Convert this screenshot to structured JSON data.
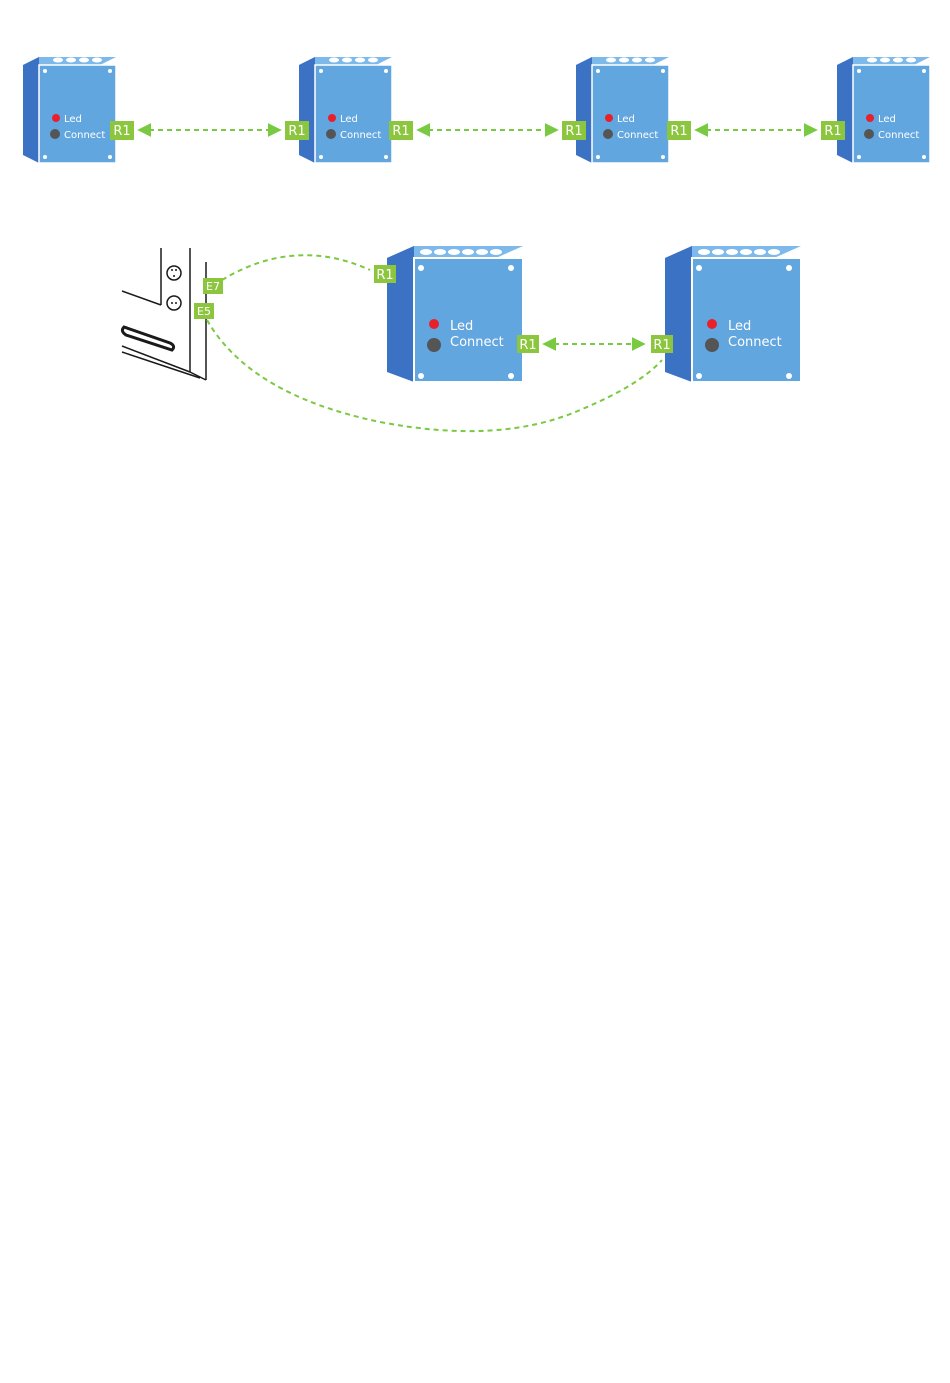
{
  "colors": {
    "box_front": "#62a6e0",
    "box_side": "#3b72c4",
    "box_top": "#7db9ea",
    "tag_fill": "#8cc63f",
    "link_line": "#7ac943",
    "led_red": "#e8202a",
    "connect_gray": "#555555",
    "outline": "#1a1a1a"
  },
  "row1": {
    "modules": [
      {
        "led_label": "Led",
        "connect_label": "Connect"
      },
      {
        "led_label": "Led",
        "connect_label": "Connect"
      },
      {
        "led_label": "Led",
        "connect_label": "Connect"
      },
      {
        "led_label": "Led",
        "connect_label": "Connect"
      }
    ],
    "ports": [
      "R1",
      "R1",
      "R1",
      "R1",
      "R1",
      "R1"
    ]
  },
  "row2": {
    "controller_ports": [
      "E7",
      "E5"
    ],
    "modules": [
      {
        "led_label": "Led",
        "connect_label": "Connect"
      },
      {
        "led_label": "Led",
        "connect_label": "Connect"
      }
    ],
    "ports": [
      "R1",
      "R1",
      "R1"
    ]
  },
  "icons": {
    "module": "blue-box-icon",
    "controller": "panel-device-icon",
    "arrow": "double-arrow-icon"
  }
}
